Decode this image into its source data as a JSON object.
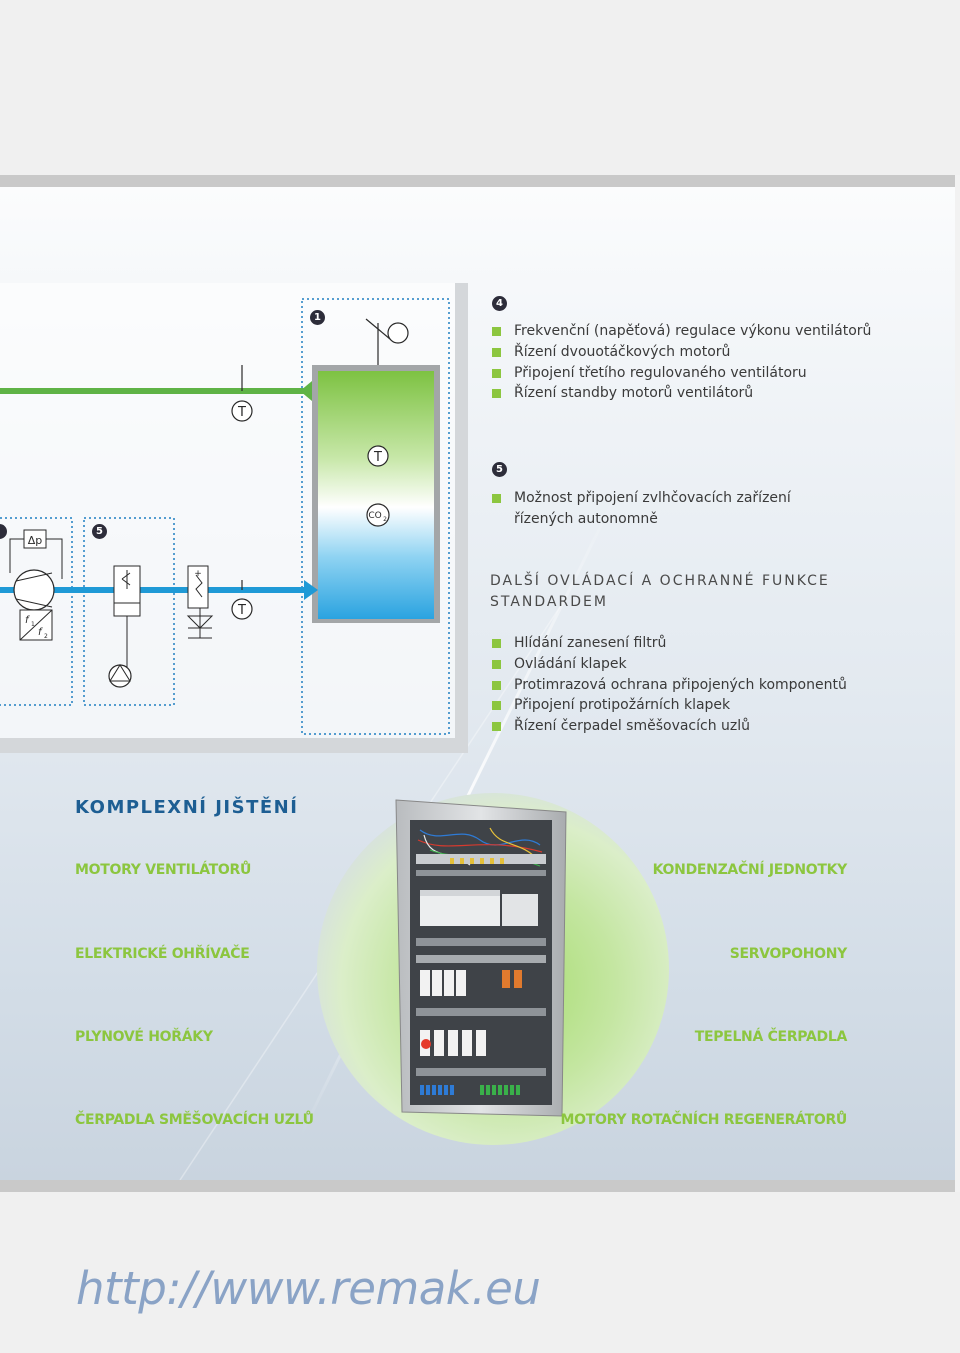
{
  "schematic": {
    "marker_1": "1",
    "marker_5": "5",
    "t_label": "T",
    "co2_label": "CO",
    "co2_sub": "2",
    "dp_label": "Δp",
    "f1_label": "f",
    "f1_sub": "1",
    "f2_label": "f",
    "f2_sub": "2"
  },
  "section4": {
    "number": "4",
    "items": [
      "Frekvenční (napěťová) regulace výkonu ventilátorů",
      "Řízení dvouotáčkových motorů",
      "Připojení třetího regulovaného ventilátoru",
      "Řízení standby motorů ventilátorů"
    ]
  },
  "section5": {
    "number": "5",
    "items": [
      "Možnost připojení zvlhčovacích zařízení řízených autonomně"
    ]
  },
  "other_functions": {
    "heading_line1": "DALŠÍ OVLÁDACÍ A OCHRANNÉ FUNKCE",
    "heading_line2": "STANDARDEM",
    "items": [
      "Hlídání zanesení filtrů",
      "Ovládání klapek",
      "Protimrazová ochrana připojených komponentů",
      "Připojení protipožárních klapek",
      "Řízení čerpadel směšovacích uzlů"
    ]
  },
  "protection": {
    "title": "KOMPLEXNÍ JIŠTĚNÍ",
    "left": [
      "MOTORY VENTILÁTORŮ",
      "ELEKTRICKÉ OHŘÍVAČE",
      "PLYNOVÉ HOŘÁKY",
      "ČERPADLA SMĚŠOVACÍCH UZLŮ"
    ],
    "right": [
      "KONDENZAČNÍ JEDNOTKY",
      "SERVOPOHONY",
      "TEPELNÁ ČERPADLA",
      "MOTORY ROTAČNÍCH REGENERÁTORŮ"
    ]
  },
  "footer": {
    "url": "http://www.remak.eu"
  },
  "colors": {
    "accent_green": "#8cc63f",
    "title_blue": "#1d5e93",
    "pipe_blue": "#1f9ad6",
    "url_blue": "#8aa3c6"
  }
}
